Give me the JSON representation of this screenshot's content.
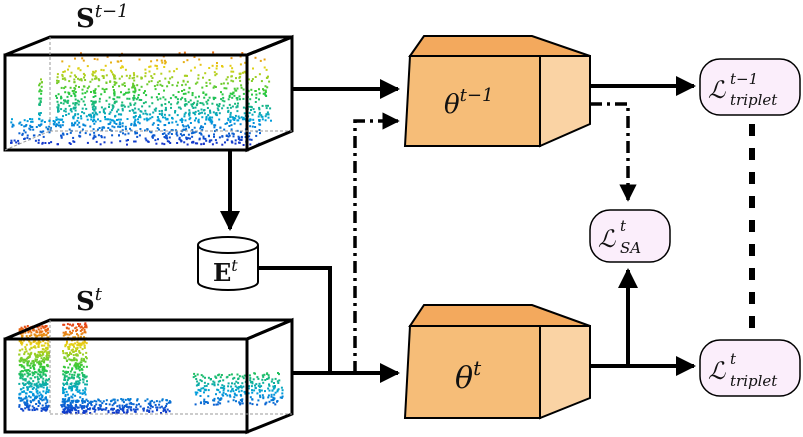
{
  "labels": {
    "scan_prev": {
      "base": "S",
      "sup": "t−1"
    },
    "scan_curr": {
      "base": "S",
      "sup": "t"
    },
    "memory": {
      "base": "E",
      "sup": "t"
    },
    "model_prev": {
      "base": "θ",
      "sup": "t−1"
    },
    "model_curr": {
      "base": "θ",
      "sup": "t"
    },
    "loss_triplet_prev": {
      "base": "ℒ",
      "sup": "t−1",
      "sub": "triplet"
    },
    "loss_sa": {
      "base": "ℒ",
      "sup": "t",
      "sub": "SA"
    },
    "loss_triplet_curr": {
      "base": "ℒ",
      "sup": "t",
      "sub": "triplet"
    }
  },
  "colors": {
    "model_fill_front": "#f6bd78",
    "model_fill_side": "#fad3a4",
    "model_fill_top": "#f3a95d",
    "loss_fill": "#fbeefb",
    "stroke": "#000000"
  }
}
